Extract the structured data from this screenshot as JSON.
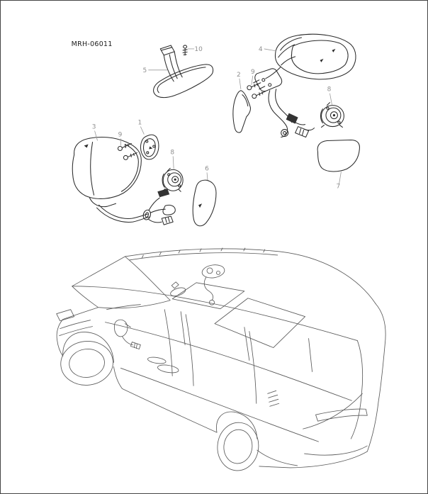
{
  "diagram": {
    "code": "MRH-06011",
    "background": "#ffffff",
    "part_line_color": "#2b2b2b",
    "car_line_color": "#5a5a5a",
    "leader_color": "#9a9a9a",
    "label_color": "#8f8f8f",
    "code_color": "#1a1a1a",
    "callouts": {
      "c1": {
        "label": "1"
      },
      "c2": {
        "label": "2"
      },
      "c3": {
        "label": "3"
      },
      "c4": {
        "label": "4"
      },
      "c5": {
        "label": "5"
      },
      "c6": {
        "label": "6"
      },
      "c7": {
        "label": "7"
      },
      "c8_left": {
        "label": "8"
      },
      "c8_right": {
        "label": "8"
      },
      "c9_left": {
        "label": "9"
      },
      "c9_right": {
        "label": "9"
      },
      "c10": {
        "label": "10"
      }
    }
  }
}
